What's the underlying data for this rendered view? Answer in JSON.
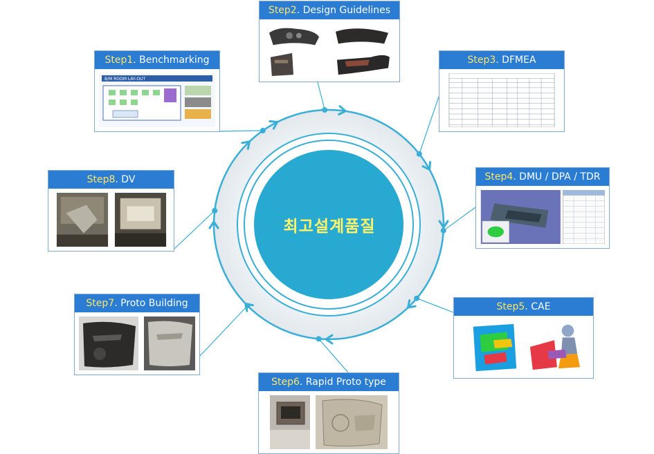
{
  "center": {
    "label": "최고설계품질",
    "color": "#28a9d2"
  },
  "colors": {
    "ring": "#39aed6",
    "header": "#2a7dd2",
    "step_text": "#ffe566"
  },
  "steps": [
    {
      "step": "Step1",
      "name": ". Benchmarking",
      "thumbs": [
        "layout-diagram-image"
      ],
      "thumb_text": "B/M ROOM LAY-OUT"
    },
    {
      "step": "Step2",
      "name": ". Design Guidelines",
      "thumbs": [
        "instrument-panel-image",
        "door-trim-image"
      ]
    },
    {
      "step": "Step3",
      "name": ". DFMEA",
      "thumbs": [
        "dfmea-table-image"
      ]
    },
    {
      "step": "Step4",
      "name": ". DMU / DPA / TDR",
      "thumbs": [
        "dmu-cad-image",
        "dpa-spreadsheet-image"
      ]
    },
    {
      "step": "Step5",
      "name": ". CAE",
      "thumbs": [
        "cae-door-image",
        "cae-dummy-image"
      ]
    },
    {
      "step": "Step6",
      "name": ". Rapid Proto type",
      "thumbs": [
        "rapid-proto-cabinet-image",
        "rapid-proto-door-image"
      ]
    },
    {
      "step": "Step7",
      "name": ". Proto Building",
      "thumbs": [
        "proto-door-black-image",
        "proto-door-gray-image"
      ]
    },
    {
      "step": "Step8",
      "name": ". DV",
      "thumbs": [
        "dv-test-rig-image",
        "dv-chamber-image"
      ]
    }
  ]
}
